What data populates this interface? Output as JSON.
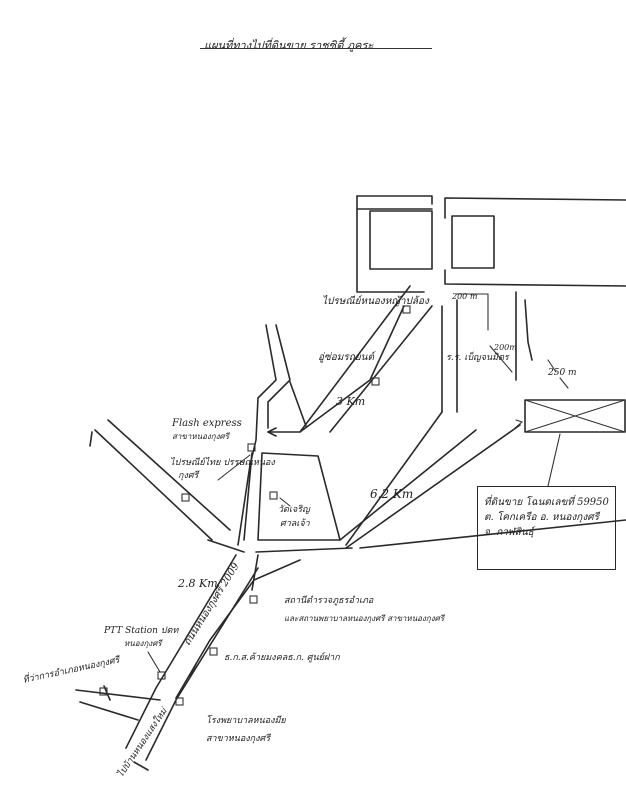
{
  "title": "แผนที่ทางไปที่ดินขาย ราชซิตี้ ภูคระ",
  "labels": {
    "top_store": "ไปรษณีย์หนองหญ้าปล้อง",
    "dist_200m_a": "200 m",
    "dist_200m_b": "200m",
    "gas_station": "ร.ร. เบ็ญจนมิตร",
    "dist_250m": "250 m",
    "bus_stop": "อู่ซ่อมรถยนต์",
    "dist_3km": "3 Km",
    "flash_express": "Flash express",
    "flash_branch": "สาขาหนองกุงศรี",
    "pharmacy": "ไปรษณีย์ไทย ปรรษณหนอง",
    "pharmacy2": "กุงศรี",
    "dist_62km": "6.2 Km",
    "temple": "วัดเจริญ",
    "temple2": "ศาลเจ้า",
    "dist_28km": "2.8 Km",
    "road_name": "ถนนหนองกุงศรี 2009",
    "ptt": "PTT Station ปตท",
    "ptt_branch": "หนองกุงศรี",
    "left_market": "ที่ว่าการอำเภอหนองกุงศรี",
    "gov_office": "สถานีตำรวจภูธรอำเภอ",
    "gov_office2": "และสถานพยาบาลหนองกุงศรี สาขาหนองกุงศรี",
    "bank": "ธ.ก.ส.ค้ายมงคลธ.ก. ศูนย์ฝาก",
    "hospital": "โรงพยาบาลหนองมีย",
    "hospital2": "สาขาหนองกุงศรี",
    "bottom_road": "ไปบ้านหนองแสงใหม่"
  },
  "destination": {
    "line1": "ที่ดินขาย โฉนดเลขที่ 59950",
    "line2": "ต. โคกเครือ อ. หนองกุงศรี",
    "line3": "จ. กาฬสินธุ์"
  }
}
